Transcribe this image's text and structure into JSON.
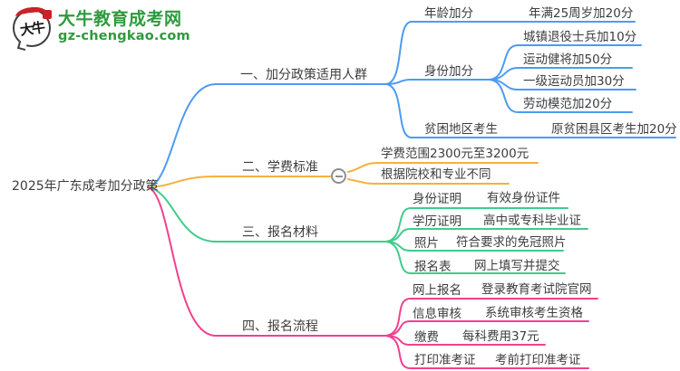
{
  "brand": {
    "logo_chars": "大牛",
    "title": "大牛教育成考网",
    "url": "gz-chengkao.com",
    "brand_color": "#2e9a3e",
    "seal_color": "#cb2128"
  },
  "mindmap": {
    "text_color": "#3d3d3d",
    "root": {
      "label": "2025年广东成考加分政策"
    },
    "branches": [
      {
        "label": "一、加分政策适用人群",
        "color": "#4d9bf1",
        "children": [
          {
            "label": "年龄加分",
            "value": "年满25周岁加20分"
          },
          {
            "label": "身份加分",
            "children": [
              {
                "label": "城镇退役士兵加10分"
              },
              {
                "label": "运动健将加50分"
              },
              {
                "label": "一级运动员加30分"
              },
              {
                "label": "劳动模范加20分"
              }
            ]
          },
          {
            "label": "贫困地区考生",
            "value": "原贫困县区考生加20分"
          }
        ]
      },
      {
        "label": "二、学费标准",
        "color": "#f6b03c",
        "collapse_icon": "minus-circle",
        "children": [
          {
            "label": "学费范围2300元至3200元"
          },
          {
            "label": "根据院校和专业不同"
          }
        ]
      },
      {
        "label": "三、报名材料",
        "color": "#41cb8c",
        "children": [
          {
            "label": "身份证明",
            "value": "有效身份证件"
          },
          {
            "label": "学历证明",
            "value": "高中或专科毕业证"
          },
          {
            "label": "照片",
            "value": "符合要求的免冠照片"
          },
          {
            "label": "报名表",
            "value": "网上填写并提交"
          }
        ]
      },
      {
        "label": "四、报名流程",
        "color": "#f2408f",
        "children": [
          {
            "label": "网上报名",
            "value": "登录教育考试院官网"
          },
          {
            "label": "信息审核",
            "value": "系统审核考生资格"
          },
          {
            "label": "缴费",
            "value": "每科费用37元"
          },
          {
            "label": "打印准考证",
            "value": "考前打印准考证"
          }
        ]
      }
    ]
  }
}
